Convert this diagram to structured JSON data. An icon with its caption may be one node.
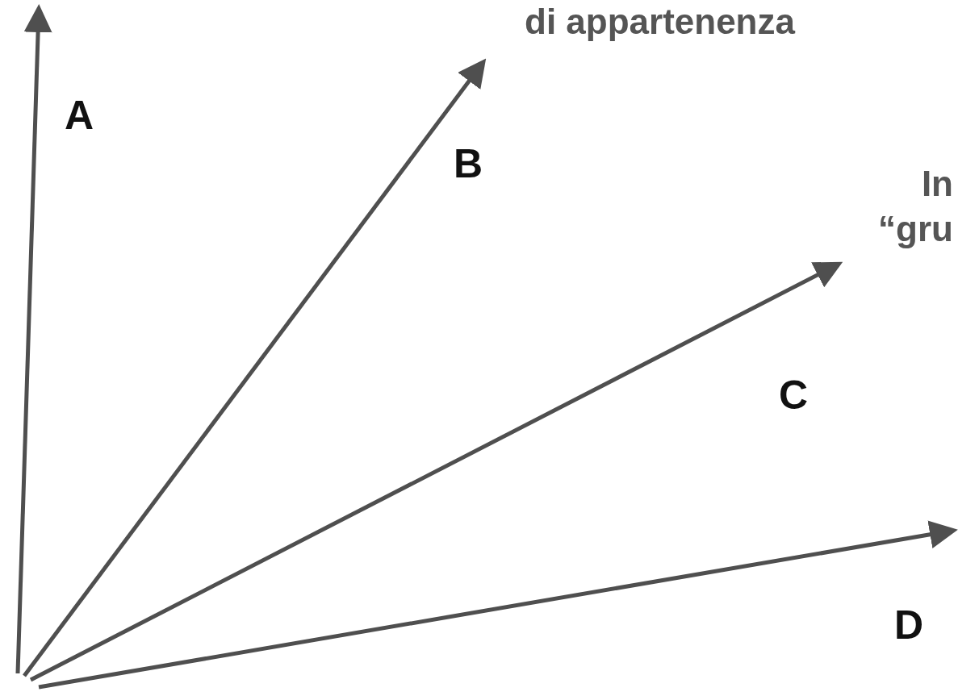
{
  "diagram": {
    "labels": [
      "di appartenenza",
      "A",
      "B",
      "In",
      "“gru",
      "C",
      "D"
    ]
  }
}
